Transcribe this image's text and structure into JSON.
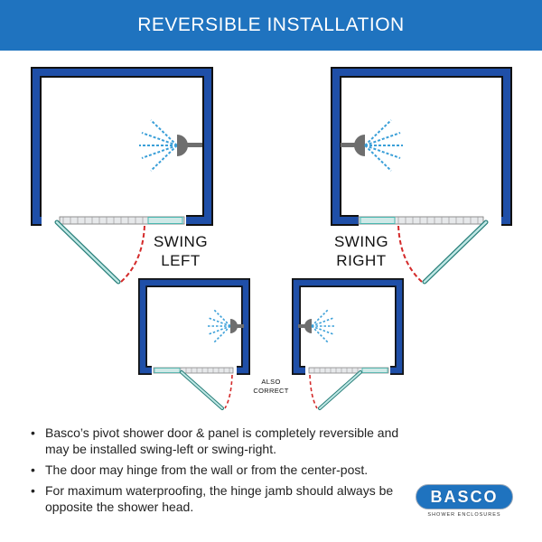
{
  "header": {
    "title": "REVERSIBLE INSTALLATION"
  },
  "labels": {
    "swing_left": [
      "SWING",
      "LEFT"
    ],
    "swing_right": [
      "SWING",
      "RIGHT"
    ],
    "also_correct": [
      "ALSO",
      "CORRECT"
    ]
  },
  "notes": [
    "Basco’s pivot shower door & panel is completely reversible and may be installed swing-left or swing-right.",
    "The door may hinge from the wall or from the center-post.",
    "For maximum waterproofing, the hinge jamb should always be opposite the shower head."
  ],
  "bullet": "•",
  "logo": {
    "name": "BASCO",
    "tagline": "SHOWER ENCLOSURES"
  },
  "colors": {
    "banner": "#1f73bf",
    "wall": "#1f4fa8",
    "door_glass": "#49b7b0",
    "swing_arc": "#d42a2a",
    "spray": "#3a9fd8",
    "shower_head": "#6e6e6e"
  },
  "icons": [
    "shower-head-icon",
    "water-spray-icon"
  ]
}
